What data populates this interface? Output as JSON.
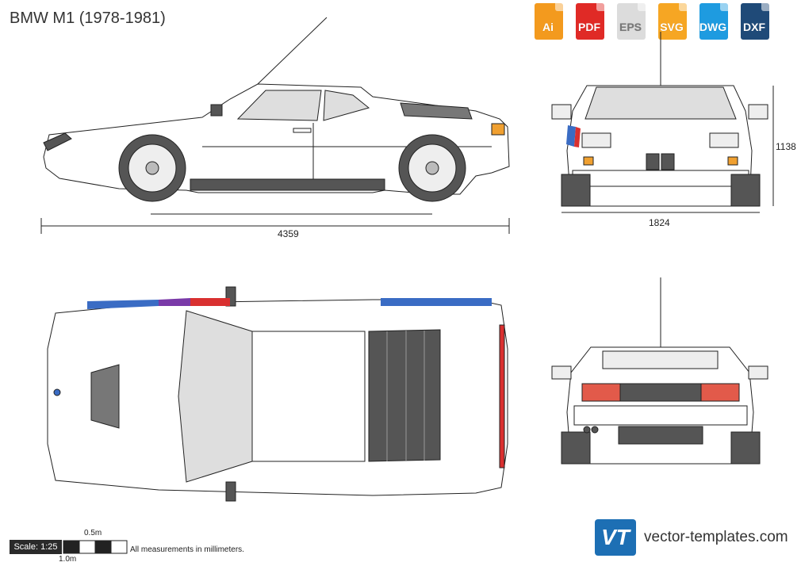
{
  "title": "BMW M1 (1978-1981)",
  "formats": [
    {
      "label": "Ai",
      "color": "#f39a1e"
    },
    {
      "label": "PDF",
      "color": "#e02a26"
    },
    {
      "label": "EPS",
      "color": "#dcdcdc"
    },
    {
      "label": "SVG",
      "color": "#f6a623"
    },
    {
      "label": "DWG",
      "color": "#1e9be0"
    },
    {
      "label": "DXF",
      "color": "#1f4a78"
    }
  ],
  "dimensions": {
    "length": "4359",
    "width": "1824",
    "height": "1138"
  },
  "scale": {
    "label": "Scale: 1:25",
    "half": "0.5m",
    "one": "1.0m"
  },
  "note": "All measurements in millimeters.",
  "brand": {
    "logo_text": "VT",
    "url": "vector-templates.com"
  },
  "watermark": "vector-templates.com",
  "colors": {
    "stripe_blue": "#3a6cc4",
    "stripe_purple": "#7a3aa8",
    "stripe_red": "#d93030",
    "light_red": "#e25a4a",
    "indicator": "#f0a030",
    "dark": "#555555"
  }
}
